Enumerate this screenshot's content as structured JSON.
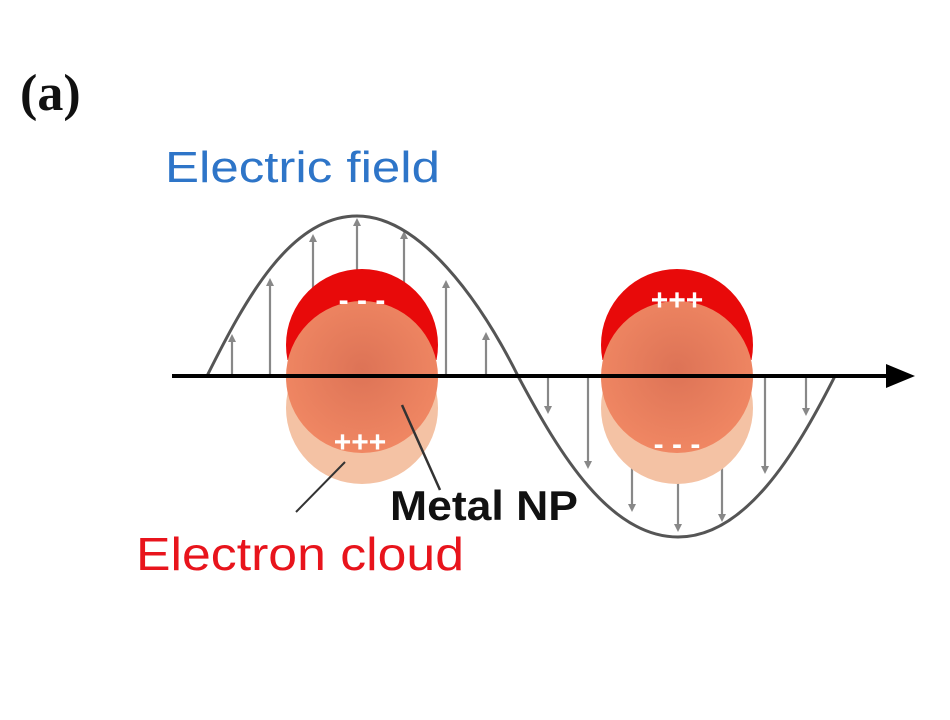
{
  "panel_label": "(a)",
  "labels": {
    "electric_field": "Electric field",
    "metal_np": "Metal NP",
    "electron_cloud": "Electron cloud"
  },
  "particles": [
    {
      "top_charge": "- - -",
      "bottom_charge": "+++"
    },
    {
      "top_charge": "+++",
      "bottom_charge": "- - -"
    }
  ],
  "colors": {
    "electric_field_text": "#2e75c8",
    "electron_cloud_text": "#e8141c",
    "metal_np_text": "#111111",
    "cloud_dark": "#e80a0a",
    "cloud_light": "#f4c2a4",
    "nanoparticle": "#ec7a58",
    "wave": "#555555",
    "field_arrow": "#888888",
    "axis": "#000000"
  }
}
